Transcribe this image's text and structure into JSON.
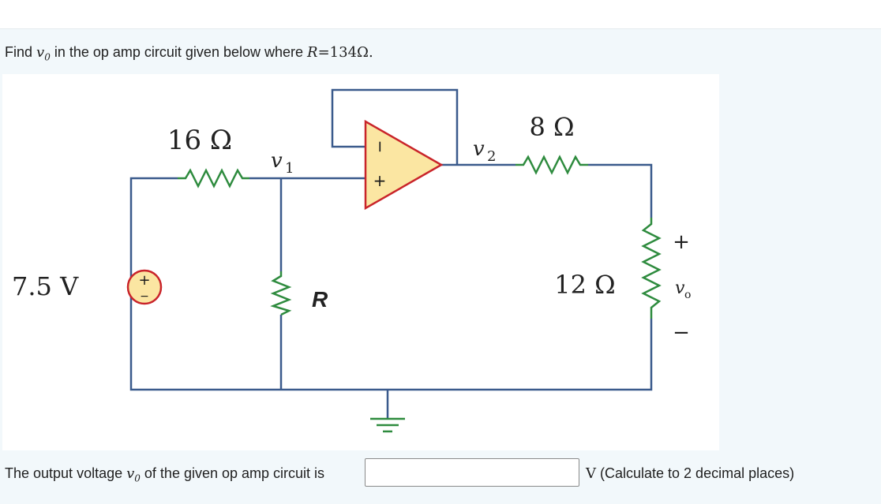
{
  "question": {
    "prefix": "Find ",
    "var_v": "v",
    "var_sub": "0",
    "middle": " in the op amp circuit given below where ",
    "R_symbol": "R",
    "R_value": "=134Ω."
  },
  "circuit": {
    "source_label": "7.5 V",
    "source_plus": "+",
    "source_minus": "−",
    "r1_label": "16 Ω",
    "v1_label": "v1",
    "v1_sub": "1",
    "v1_base": "v",
    "r_label": "R",
    "opamp_minus": "−",
    "opamp_plus": "+",
    "v2_base": "v",
    "v2_sub": "2",
    "r2_label": "8 Ω",
    "r3_label": "12 Ω",
    "vo_plus": "+",
    "vo_minus": "−",
    "vo_base": "v",
    "vo_sub": "o",
    "colors": {
      "wire": "#3a5a8c",
      "resistor": "#2e8b3e",
      "source_fill": "#fbe6a2",
      "source_stroke": "#c9242a",
      "opamp_fill": "#fbe6a2",
      "opamp_stroke": "#c9242a"
    }
  },
  "answer": {
    "prefix_text": "The output voltage ",
    "var_base": "v",
    "var_sub": "0",
    "middle_text": " of the given op amp circuit is",
    "input_value": "",
    "unit": "V",
    "suffix_text": " (Calculate to 2 decimal places)"
  }
}
